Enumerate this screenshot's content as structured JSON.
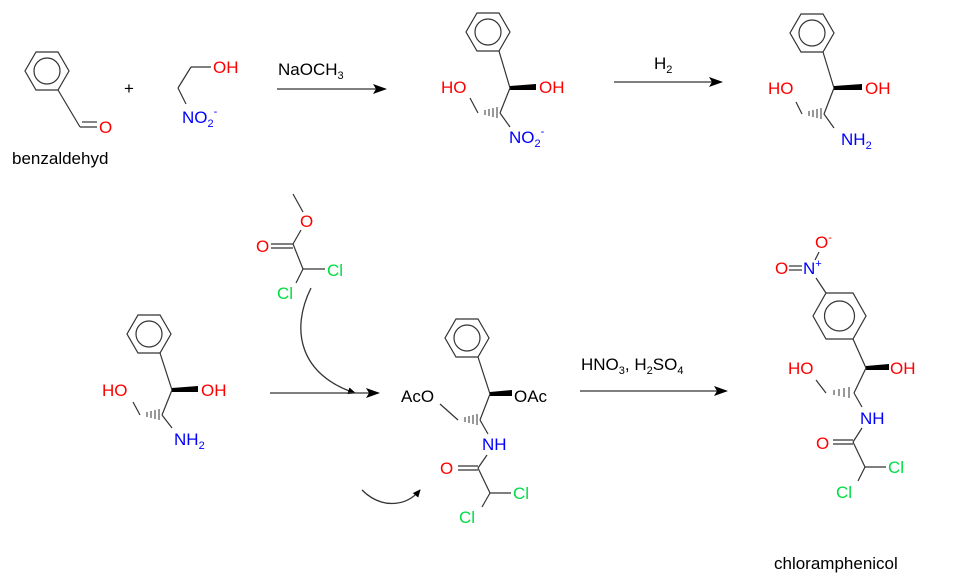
{
  "diagram": {
    "title": "Synthesis of chloramphenicol",
    "reagents": {
      "step1": "NaOCH",
      "step1_sub": "3",
      "step2": "H",
      "step2_sub": "2",
      "step4_a": "HNO",
      "step4_a_sub": "3",
      "step4_b": ", H",
      "step4_b_sub": "2",
      "step4_c": "SO",
      "step4_c_sub": "4",
      "plus": "+"
    },
    "compounds": {
      "benzaldehyde": {
        "name": "benzaldehyd",
        "O": "O"
      },
      "nitroethanol": {
        "OH": "OH",
        "N": "NO",
        "N_sub": "2",
        "N_sup": "-"
      },
      "nitrodiol": {
        "HO": "HO",
        "OH": "OH",
        "N": "NO",
        "N_sub": "2",
        "N_sup": "-"
      },
      "aminodiol": {
        "HO": "HO",
        "OH": "OH",
        "N": "NH",
        "N_sub": "2"
      },
      "aminodiol2": {
        "HO": "HO",
        "OH": "OH",
        "N": "NH",
        "N_sub": "2"
      },
      "methyl_dichloroacetate": {
        "O_ester": "O",
        "O_carbonyl": "O",
        "Cl1": "Cl",
        "Cl2": "Cl"
      },
      "diacetate": {
        "AcO": "AcO",
        "OAc": "OAc",
        "NH": "NH",
        "O": "O",
        "Cl1": "Cl",
        "Cl2": "Cl"
      },
      "chloramphenicol": {
        "name": "chloramphenicol",
        "O_top": "O",
        "O_top_sup": "-",
        "O_left": "O",
        "N": "N",
        "N_sup": "+",
        "HO": "HO",
        "OH": "OH",
        "NH": "NH",
        "O": "O",
        "Cl1": "Cl",
        "Cl2": "Cl"
      }
    },
    "colors": {
      "oxygen": "#ff0000",
      "nitrogen": "#0000ff",
      "chlorine": "#00dd44",
      "bond": "#333333"
    }
  }
}
